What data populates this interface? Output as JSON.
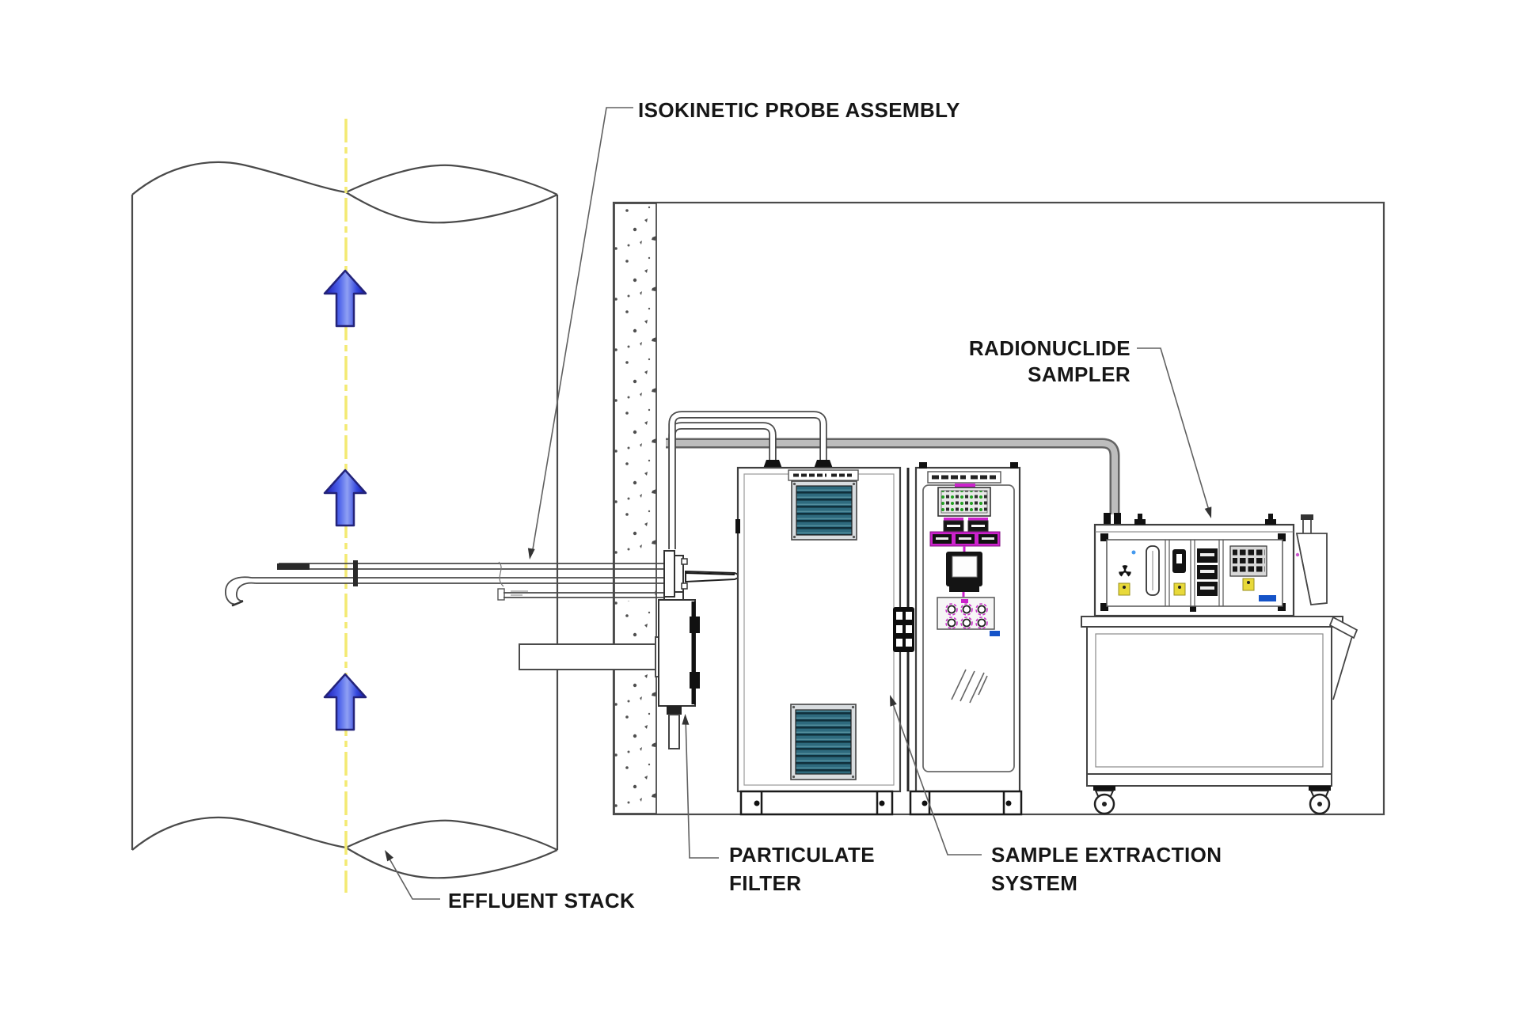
{
  "diagram": {
    "labels": {
      "isokinetic_probe": "ISOKINETIC PROBE ASSEMBLY",
      "radionuclide_line1": "RADIONUCLIDE",
      "radionuclide_line2": "SAMPLER",
      "particulate_line1": "PARTICULATE",
      "particulate_line2": "FILTER",
      "sample_extraction_line1": "SAMPLE EXTRACTION",
      "sample_extraction_line2": "SYSTEM",
      "effluent_stack": "EFFLUENT STACK"
    },
    "colors": {
      "drawing_line": "#4a4a4a",
      "flow_arrow_blue": "#2a35cf",
      "centerline_yellow": "#f3ea72",
      "louver_teal": "#2e6a7e",
      "panel_magenta": "#cc22cc",
      "indicator_green": "#1fa01f",
      "radiation_label_yellow": "#e8d93a",
      "equipment_tag_blue": "#1553c8",
      "pipe_gray": "#636363"
    }
  }
}
